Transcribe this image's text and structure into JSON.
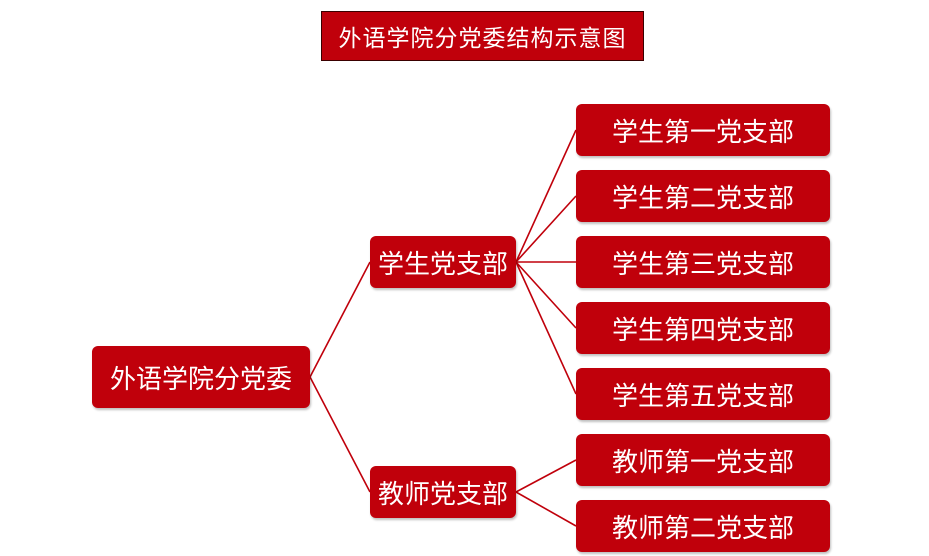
{
  "title": "外语学院分党委结构示意图",
  "root": "外语学院分党委",
  "branches": [
    {
      "label": "学生党支部",
      "children": [
        "学生第一党支部",
        "学生第二党支部",
        "学生第三党支部",
        "学生第四党支部",
        "学生第五党支部"
      ]
    },
    {
      "label": "教师党支部",
      "children": [
        "教师第一党支部",
        "教师第二党支部"
      ]
    }
  ],
  "colors": {
    "node_fill": "#c0000b",
    "line": "#c0000b",
    "text": "#ffffff"
  }
}
